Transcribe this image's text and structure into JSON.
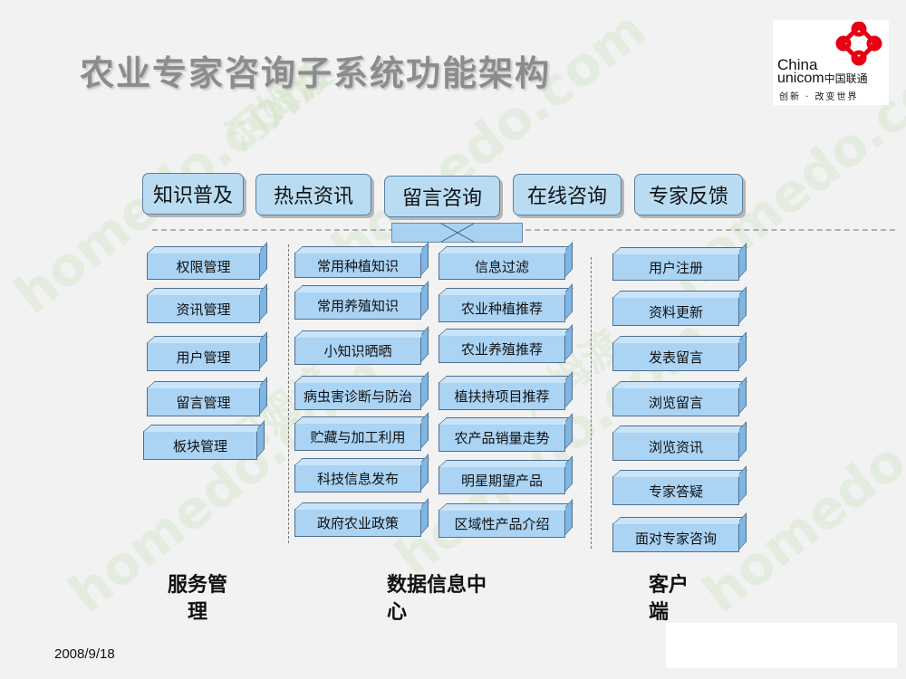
{
  "title": "农业专家咨询子系统功能架构",
  "logo": {
    "name_en_1": "China",
    "name_en_2": "unicom",
    "name_cn": "中国联通",
    "slogan": "创新 · 改变世界",
    "color": "#e60012"
  },
  "watermarks": [
    "homedo.com",
    "河姆渡"
  ],
  "tabs": [
    "知识普及",
    "热点资讯",
    "留言咨询",
    "在线咨询",
    "专家反馈"
  ],
  "service_management": {
    "caption": "服务管理",
    "items": [
      "权限管理",
      "资讯管理",
      "用户管理",
      "留言管理",
      "板块管理"
    ]
  },
  "data_center": {
    "caption": "数据信息中心",
    "left_items": [
      "常用种植知识",
      "常用养殖知识",
      "小知识晒晒",
      "病虫害诊断与防治",
      "贮藏与加工利用",
      "科技信息发布",
      "政府农业政策"
    ],
    "right_items": [
      "信息过滤",
      "农业种植推荐",
      "农业养殖推荐",
      "植扶持项目推荐",
      "农产品销量走势",
      "明星期望产品",
      "区域性产品介绍"
    ]
  },
  "client": {
    "caption": "客户端",
    "items": [
      "用户注册",
      "资料更新",
      "发表留言",
      "浏览留言",
      "浏览资讯",
      "专家答疑",
      "面对专家咨询"
    ]
  },
  "date": "2008/9/18"
}
